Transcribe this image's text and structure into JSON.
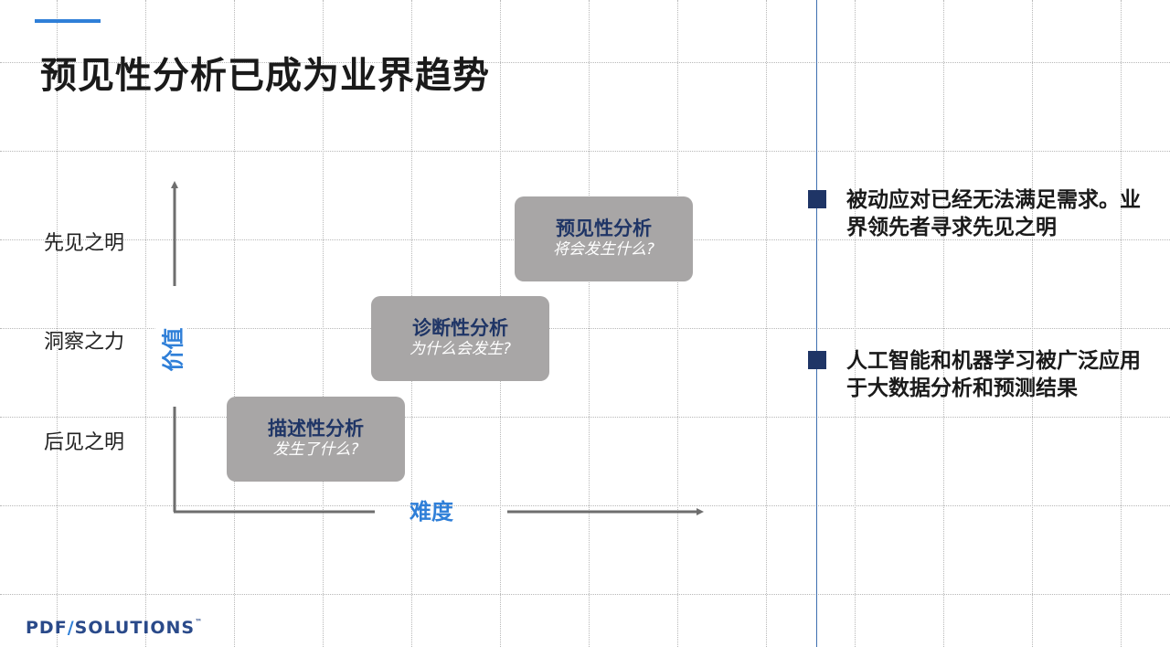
{
  "slide": {
    "title": "预见性分析已成为业界趋势",
    "accent_color": "#2f7fd8",
    "divider_color": "#3f6fb0"
  },
  "diagram": {
    "y_axis_label": "价值",
    "x_axis_label": "难度",
    "y_levels": [
      "先见之明",
      "洞察之力",
      "后见之明"
    ],
    "stages": [
      {
        "title": "描述性分析",
        "subtitle": "发生了什么?"
      },
      {
        "title": "诊断性分析",
        "subtitle": "为什么会发生?"
      },
      {
        "title": "预见性分析",
        "subtitle": "将会发生什么?"
      }
    ],
    "box_color": "#a8a6a6",
    "box_title_color": "#1f3566",
    "axis_color": "#6e6e6e"
  },
  "bullets": [
    {
      "text": "被动应对已经无法满足需求。业界领先者寻求先见之明",
      "marker": "square-bullet-icon"
    },
    {
      "text": "人工智能和机器学习被广泛应用于大数据分析和预测结果",
      "marker": "square-bullet-icon"
    }
  ],
  "logo": {
    "left": "PDF",
    "slash": "/",
    "right": "SOLUTIONS",
    "tm": "™"
  }
}
